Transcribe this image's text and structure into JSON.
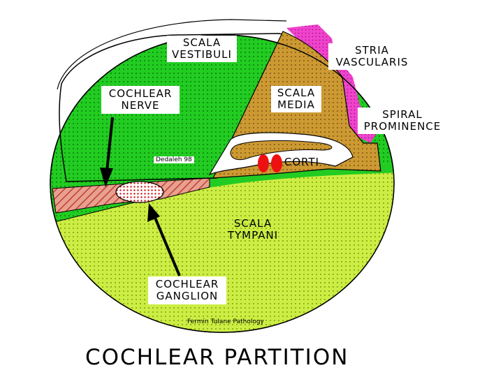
{
  "title": "COCHLEAR PARTITION",
  "labels": {
    "scala_vestibuli": [
      "SCALA",
      "VESTIBULI"
    ],
    "stria_vascularis": [
      "STRIA",
      "VASCULARIS"
    ],
    "cochlear_nerve": [
      "COCHLEAR",
      "NERVE"
    ],
    "scala_media": [
      "SCALA",
      "MEDIA"
    ],
    "spiral_prominence": [
      "SPIRAL",
      "PROMINENCE"
    ],
    "corti": "CORTI",
    "scala_tympani": [
      "SCALA",
      "TYMPANI"
    ],
    "cochlear_ganglion": [
      "COCHLEAR",
      "GANGLION"
    ],
    "small_tag": "Dedaleh 98",
    "credit": "Fermin Tulane Pathology"
  },
  "colors": {
    "green": "#22cc22",
    "yellow_green": "#ccee44",
    "orange": "#cc9933",
    "magenta": "#ee44cc",
    "salmon": "#e07060",
    "red": "#ee1111"
  }
}
